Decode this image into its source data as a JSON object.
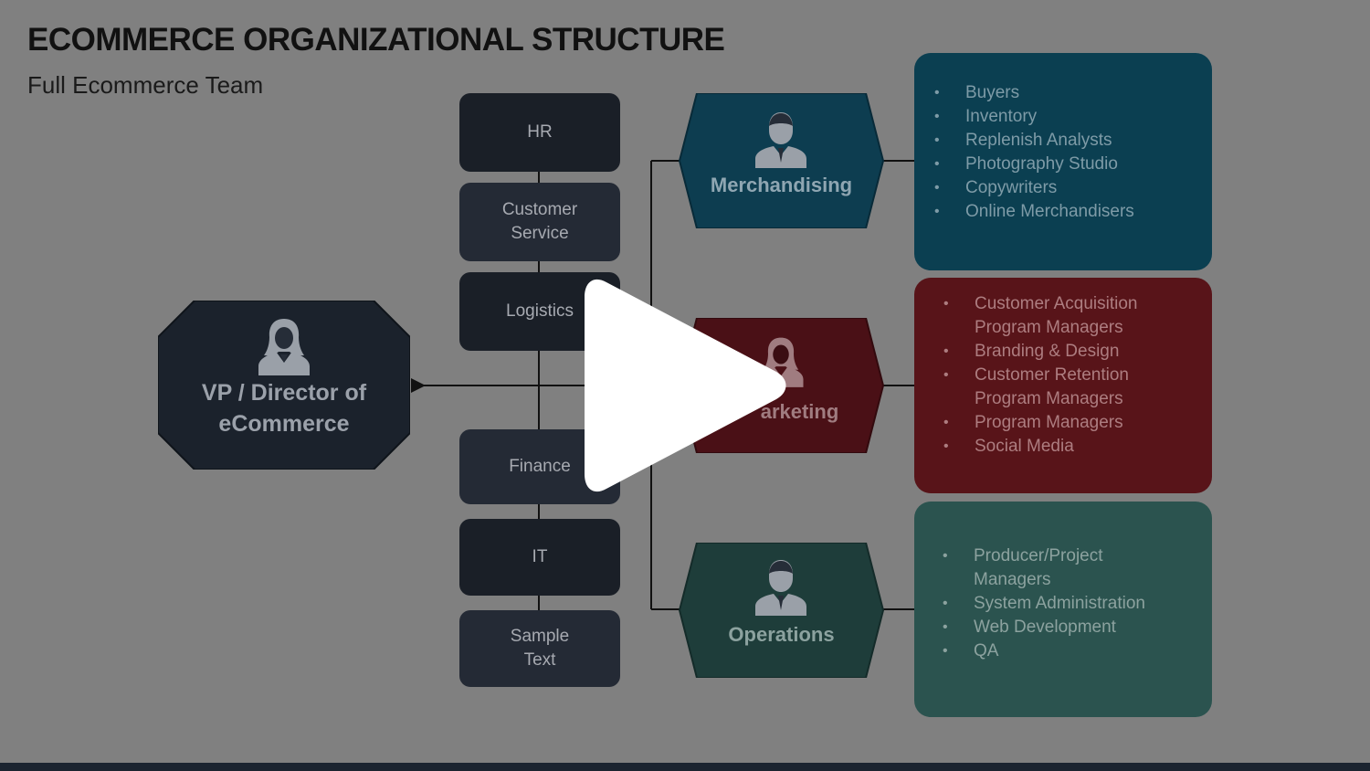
{
  "title": "ECOMMERCE ORGANIZATIONAL STRUCTURE",
  "subtitle": "Full Ecommerce Team",
  "vp": {
    "label": "VP / Director of\neCommerce",
    "icon": "female-person-icon"
  },
  "departments": [
    {
      "label": "HR"
    },
    {
      "label": "Customer\nService"
    },
    {
      "label": "Logistics"
    },
    {
      "label": "Finance"
    },
    {
      "label": "IT"
    },
    {
      "label": "Sample\nText"
    }
  ],
  "divisions": [
    {
      "name": "Merchandising",
      "icon": "male-person-icon",
      "color": "#0d3d50",
      "items": [
        "Buyers",
        "Inventory",
        "Replenish Analysts",
        "Photography Studio",
        "Copywriters",
        "Online Merchandisers"
      ]
    },
    {
      "name": "Marketing",
      "visible_name": "arketing",
      "icon": "female-person-icon",
      "color": "#4a1016",
      "items": [
        "Customer Acquisition",
        "Program Managers",
        "Branding & Design",
        "Customer Retention",
        "Program Managers",
        "Program Managers",
        "Social Media"
      ]
    },
    {
      "name": "Operations",
      "icon": "male-person-icon",
      "color": "#1e3d3a",
      "items": [
        "Producer/Project",
        "Managers",
        "System Administration",
        "Web Development",
        "QA"
      ]
    }
  ],
  "colors": {
    "background": "#808080",
    "merch_panel": "#0b3f51",
    "marketing_panel": "#581419",
    "operations_panel": "#2b534f",
    "merch_text": "#7e9ba7",
    "marketing_text": "#ad7d80",
    "operations_text": "#8ca29f"
  },
  "overlay": {
    "play_icon": "play-icon"
  }
}
